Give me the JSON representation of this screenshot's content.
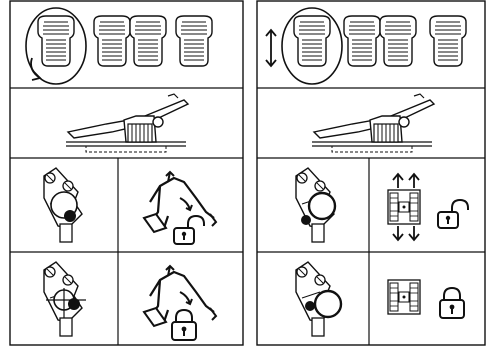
{
  "manual": {
    "panels": [
      {
        "id": "left",
        "rows": [
          "foot-pedals",
          "pedal-side-view",
          "hinge-unlocked",
          "hinge-locked"
        ],
        "adjustment_arrow": "curved-arrow-icon",
        "hinge_states": [
          "unlocked",
          "locked"
        ]
      },
      {
        "id": "right",
        "rows": [
          "foot-pedals",
          "pedal-side-view",
          "adjust-unlocked",
          "adjust-locked"
        ],
        "adjustment_arrow": "vertical-double-arrow-icon",
        "hinge_states": [
          "unlocked",
          "locked"
        ]
      }
    ]
  },
  "colors": {
    "stroke": "#111111",
    "background": "#ffffff",
    "fill_dark": "#111111"
  }
}
